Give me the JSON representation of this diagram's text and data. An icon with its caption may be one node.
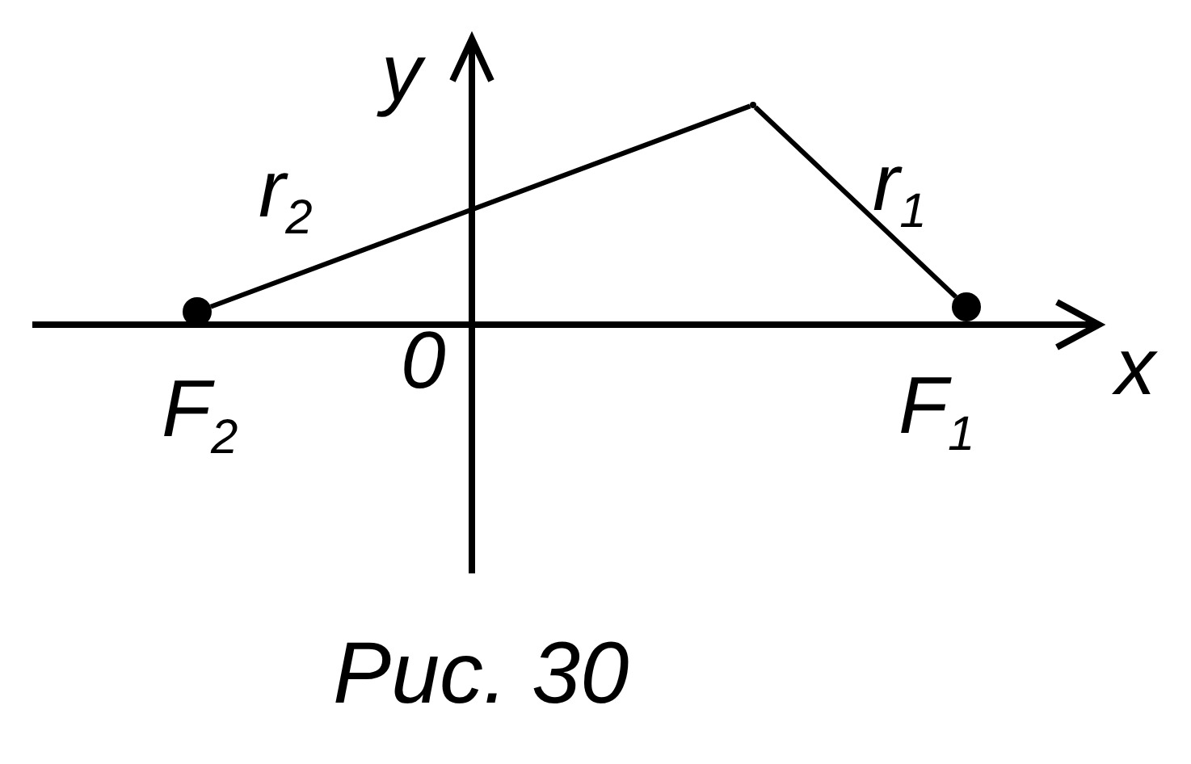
{
  "diagram": {
    "caption": "Рис. 30",
    "nodes": [
      {
        "text": [],
        "shape": "circle",
        "beside": [
          "F$_{2}$"
        ]
      },
      {
        "text": [],
        "shape": "point"
      },
      {
        "text": [],
        "shape": "circle",
        "beside": [
          "F$_{1}$"
        ]
      }
    ],
    "edges": [
      {
        "from": 0,
        "to": 1,
        "arrow": "none",
        "label": "r$_{2}$"
      },
      {
        "from": 1,
        "to": 2,
        "arrow": "none",
        "label": "r$_{1}$"
      }
    ],
    "labels": [
      "y",
      "0",
      "x"
    ]
  }
}
